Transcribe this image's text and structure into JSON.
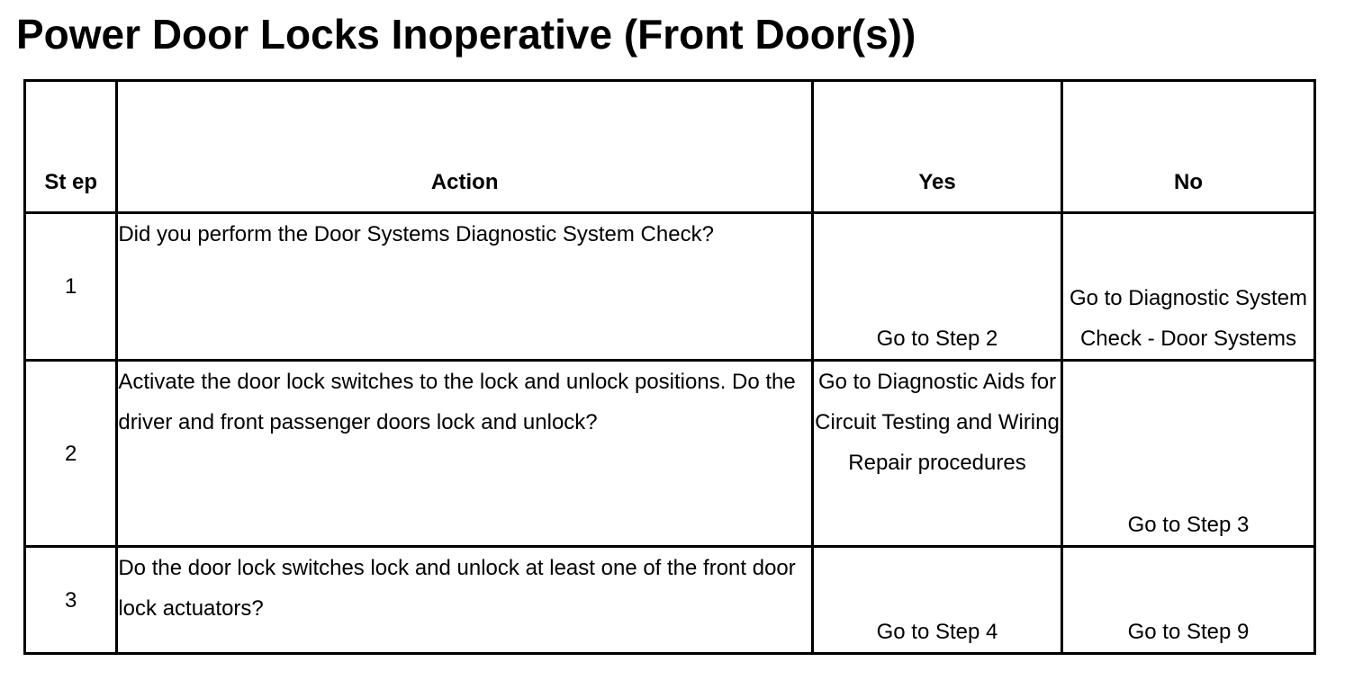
{
  "title": "Power Door Locks Inoperative (Front Door(s))",
  "table": {
    "headers": {
      "step": "St ep",
      "action": "Action",
      "yes": "Yes",
      "no": "No"
    },
    "rows": [
      {
        "step": "1",
        "action": "Did you perform the Door Systems Diagnostic System Check?",
        "yes": "Go to Step 2",
        "no": "Go to Diagnostic System Check - Door Systems"
      },
      {
        "step": "2",
        "action": "Activate the door lock switches to the lock and unlock positions. Do the driver and front passenger doors lock and unlock?",
        "yes": "Go to Diagnostic Aids for Circuit Testing and Wiring Repair procedures",
        "no": "Go to Step 3"
      },
      {
        "step": "3",
        "action": "Do the door lock switches lock and unlock at least one of the front door lock actuators?",
        "yes": "Go to Step 4",
        "no": "Go to Step 9"
      }
    ]
  }
}
